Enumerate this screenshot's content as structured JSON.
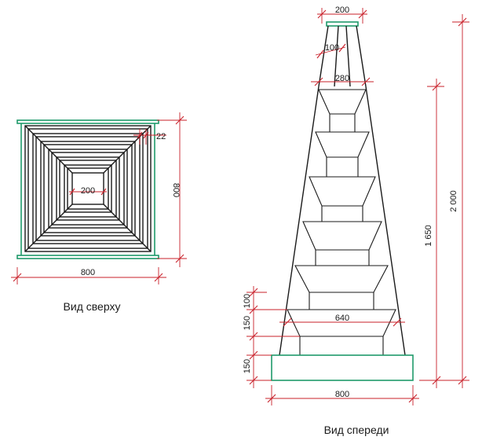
{
  "top_view": {
    "caption": "Вид сверху",
    "dims": {
      "width": "800",
      "height": "800",
      "inner": "200",
      "board": "22"
    }
  },
  "front_view": {
    "caption": "Вид спереди",
    "dims": {
      "top_width": "200",
      "slope": "100",
      "top_inner": "280",
      "shelf": "640",
      "base_width": "800",
      "total_height": "2 000",
      "body_height": "1 650",
      "gap_100": "100",
      "gap_150": "150",
      "base_150": "150"
    }
  },
  "colors": {
    "lines": "#1a1a1a",
    "base": "#1f9a6a",
    "dimensions": "#c8202a"
  }
}
